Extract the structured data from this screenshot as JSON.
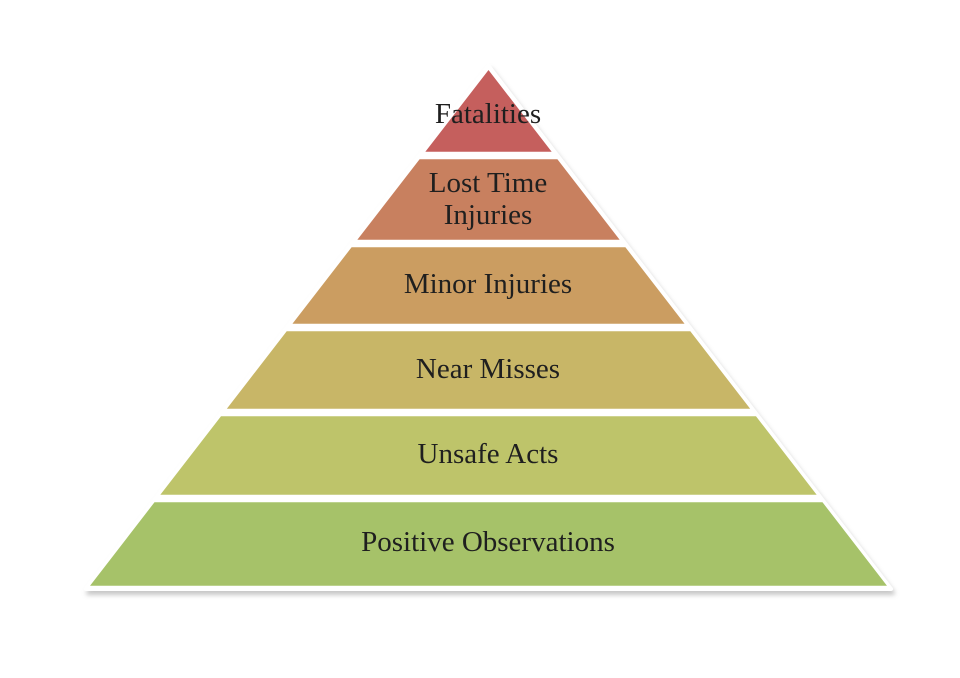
{
  "levels": [
    {
      "label": "Fatalities",
      "color": "#c55f5d"
    },
    {
      "label": "Lost Time Injuries",
      "color": "#c8805f"
    },
    {
      "label": "Minor Injuries",
      "color": "#cb9d61"
    },
    {
      "label": "Near Misses",
      "color": "#c8b667"
    },
    {
      "label": "Unsafe Acts",
      "color": "#bec46a"
    },
    {
      "label": "Positive Observations",
      "color": "#a6c269"
    }
  ],
  "style": {
    "background": "#ffffff",
    "divider": "#ffffff",
    "text_color": "#1f1f1f",
    "shadow": "rgba(130,130,130,0.45)"
  }
}
